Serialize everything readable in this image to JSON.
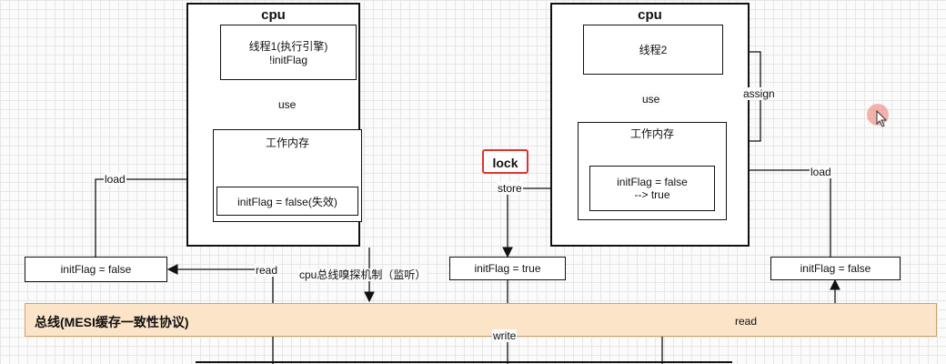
{
  "cpu_left": {
    "title": "cpu",
    "thread_line1": "线程1(执行引擎)",
    "thread_line2": "!initFlag",
    "use_label": "use",
    "work_memory": "工作内存",
    "cache_value": "initFlag = false(失效)"
  },
  "cpu_right": {
    "title": "cpu",
    "thread": "线程2",
    "use_label": "use",
    "assign_label": "assign",
    "work_memory": "工作内存",
    "cache_line1": "initFlag = false",
    "cache_line2": "--> true"
  },
  "main_memory": {
    "left_value": "initFlag = false",
    "center_value": "initFlag = true",
    "right_value": "initFlag = false"
  },
  "labels": {
    "load_left": "load",
    "load_right": "load",
    "read_left": "read",
    "read_right": "read",
    "store": "store",
    "write": "write",
    "lock": "lock",
    "sniff": "cpu总线嗅探机制（监听）"
  },
  "bus": {
    "label": "总线(MESI缓存一致性协议)"
  },
  "colors": {
    "bus_fill": "#fbe4c7",
    "bus_border": "#c9a46d",
    "lock_border": "#e0352c"
  }
}
